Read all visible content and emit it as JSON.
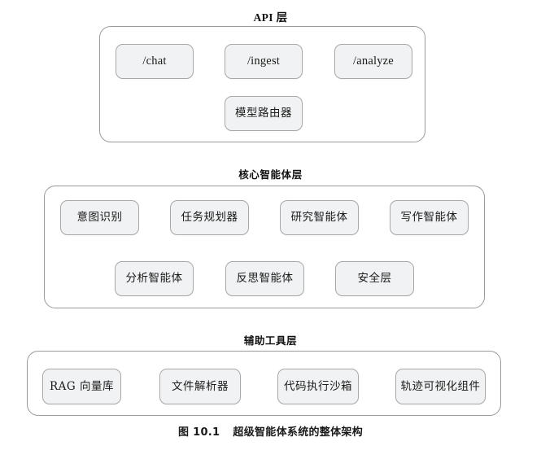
{
  "figure": {
    "caption_number": "图 10.1",
    "caption_text": "超级智能体系统的整体架构"
  },
  "layers": [
    {
      "id": "api-layer",
      "title": "API 层",
      "rows": [
        [
          {
            "label": "/chat"
          },
          {
            "label": "/ingest"
          },
          {
            "label": "/analyze"
          }
        ],
        [
          {
            "label": "模型路由器"
          }
        ]
      ]
    },
    {
      "id": "core-agent-layer",
      "title": "核心智能体层",
      "rows": [
        [
          {
            "label": "意图识别"
          },
          {
            "label": "任务规划器"
          },
          {
            "label": "研究智能体"
          },
          {
            "label": "写作智能体"
          }
        ],
        [
          {
            "label": "分析智能体"
          },
          {
            "label": "反思智能体"
          },
          {
            "label": "安全层"
          }
        ]
      ]
    },
    {
      "id": "tool-layer",
      "title": "辅助工具层",
      "rows": [
        [
          {
            "label": "RAG 向量库"
          },
          {
            "label": "文件解析器"
          },
          {
            "label": "代码执行沙箱"
          },
          {
            "label": "轨迹可视化组件"
          }
        ]
      ]
    }
  ],
  "colors": {
    "node_fill": "#f1f2f3",
    "node_border": "#a8a8a8",
    "container_border": "#9a9a9a",
    "text": "#1a1a1a",
    "background": "#ffffff"
  }
}
